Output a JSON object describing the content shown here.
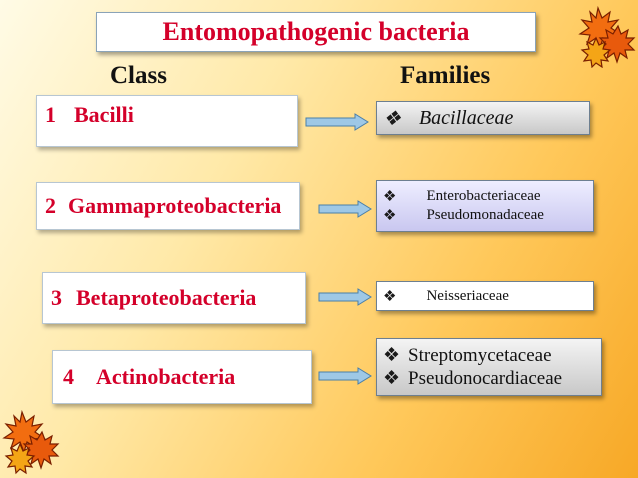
{
  "title": "Entomopathogenic bacteria",
  "headers": {
    "class": "Class",
    "families": "Families"
  },
  "rows": [
    {
      "num": "1",
      "class": "Bacilli",
      "families": [
        "Bacillaceae"
      ]
    },
    {
      "num": "2",
      "class": "Gammaproteobacteria",
      "families": [
        "Enterobacteriaceae",
        "Pseudomonadaceae"
      ]
    },
    {
      "num": "3",
      "class": "Betaproteobacteria",
      "families": [
        "Neisseriaceae"
      ]
    },
    {
      "num": "4",
      "class": "Actinobacteria",
      "families": [
        "Streptomycetaceae",
        "Pseudonocardiaceae"
      ]
    }
  ],
  "colors": {
    "accent": "#d4002a",
    "arrow": "#9ec8e6"
  },
  "icons": {
    "bullet": "diamond-bullet-icon",
    "arrow": "right-arrow-icon",
    "decoration": "maple-leaf-icon"
  }
}
